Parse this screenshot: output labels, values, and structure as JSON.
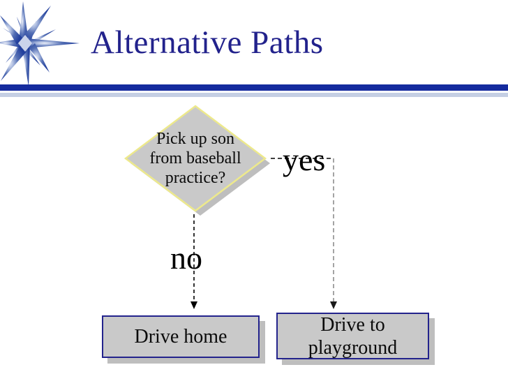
{
  "slide": {
    "title": "Alternative Paths",
    "logo_icon": "starburst-icon"
  },
  "flowchart": {
    "decision": {
      "text": "Pick up son\nfrom baseball\npractice?",
      "shape": "diamond",
      "fill": "#C9C9C9",
      "border": "#EDE98C"
    },
    "branches": {
      "yes_label": "yes",
      "no_label": "no"
    },
    "outcomes": [
      {
        "label": "Drive home"
      },
      {
        "label": "Drive to\nplayground"
      }
    ],
    "connector_colors": {
      "yes_horizontal": "#000000",
      "yes_vertical": "#9A9A9A",
      "no_vertical": "#000000"
    }
  },
  "theme": {
    "title_color": "#22228C",
    "bar_navy": "#152B9E",
    "bar_light": "#C5CFE4",
    "box_fill": "#C9C9C9",
    "box_border": "#23238C",
    "shadow": "#BEBEBE"
  }
}
